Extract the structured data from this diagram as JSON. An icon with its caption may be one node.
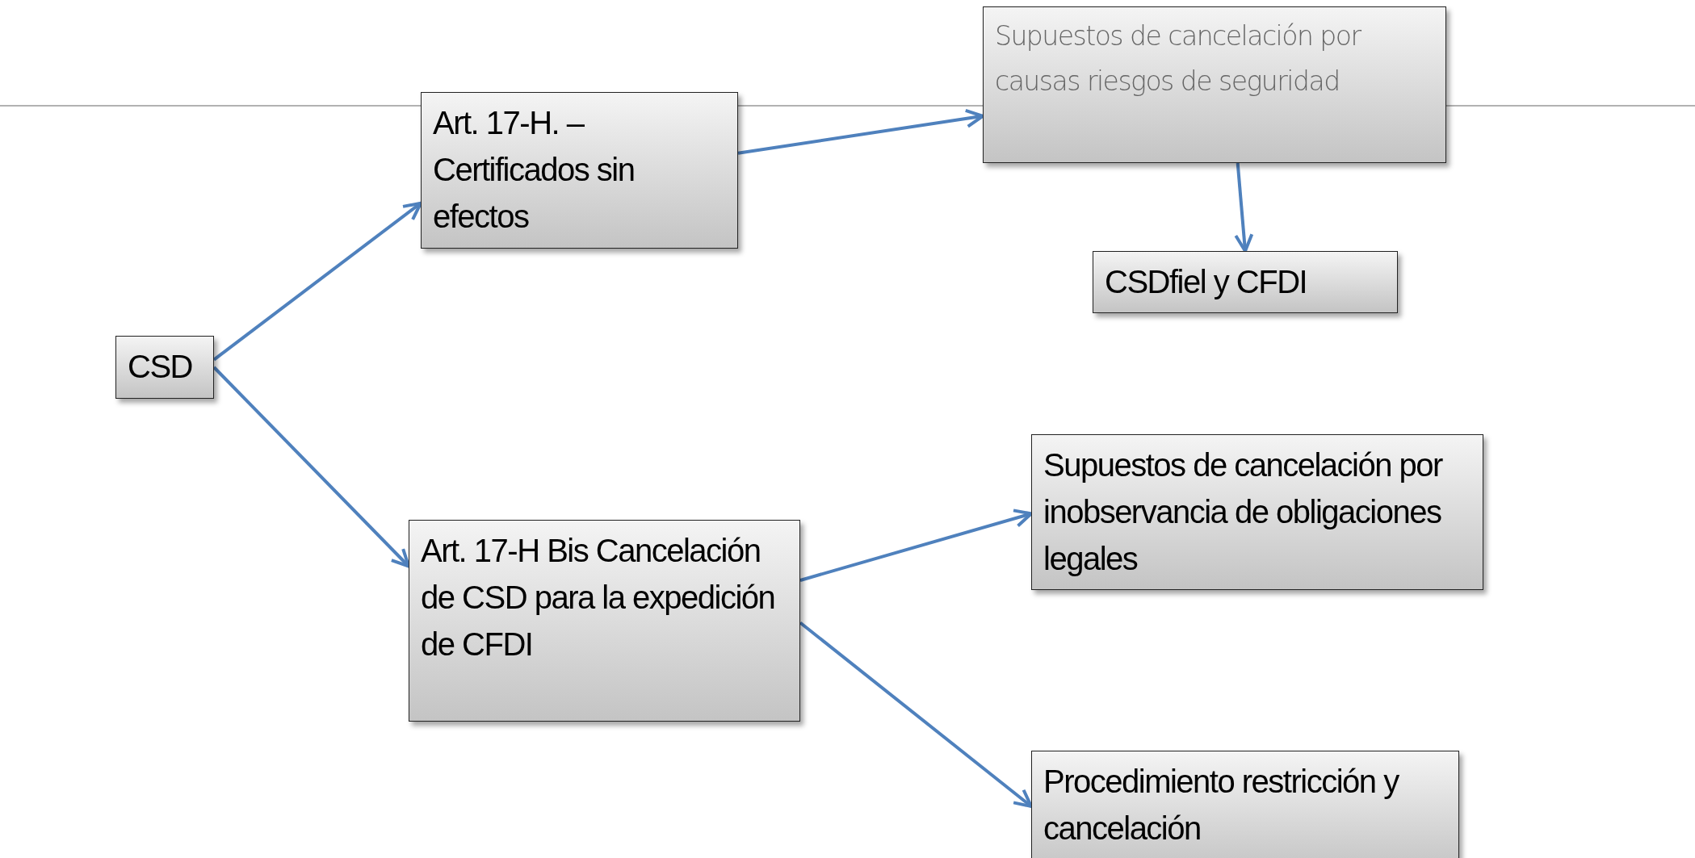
{
  "diagram": {
    "nodes": [
      {
        "text": [
          "CSD"
        ]
      },
      {
        "text": [
          "Art. 17-H. – Certificados sin efectos"
        ]
      },
      {
        "text": [
          "Supuestos de cancelación por causas riesgos de seguridad"
        ]
      },
      {
        "text": [
          "CSDfiel y CFDI"
        ]
      },
      {
        "text": [
          "Art. 17-H Bis Cancelación de CSD para la expedición de CFDI"
        ]
      },
      {
        "text": [
          "Supuestos de cancelación por inobservancia de obligaciones legales"
        ]
      },
      {
        "text": [
          "Procedimiento restricción y cancelación"
        ]
      }
    ],
    "edges": [
      {
        "from": 0,
        "to": 1,
        "arrow": "to"
      },
      {
        "from": 0,
        "to": 4,
        "arrow": "to"
      },
      {
        "from": 1,
        "to": 2,
        "arrow": "to"
      },
      {
        "from": 2,
        "to": 3,
        "arrow": "to"
      },
      {
        "from": 4,
        "to": 5,
        "arrow": "to"
      },
      {
        "from": 4,
        "to": 6,
        "arrow": "to"
      }
    ]
  }
}
